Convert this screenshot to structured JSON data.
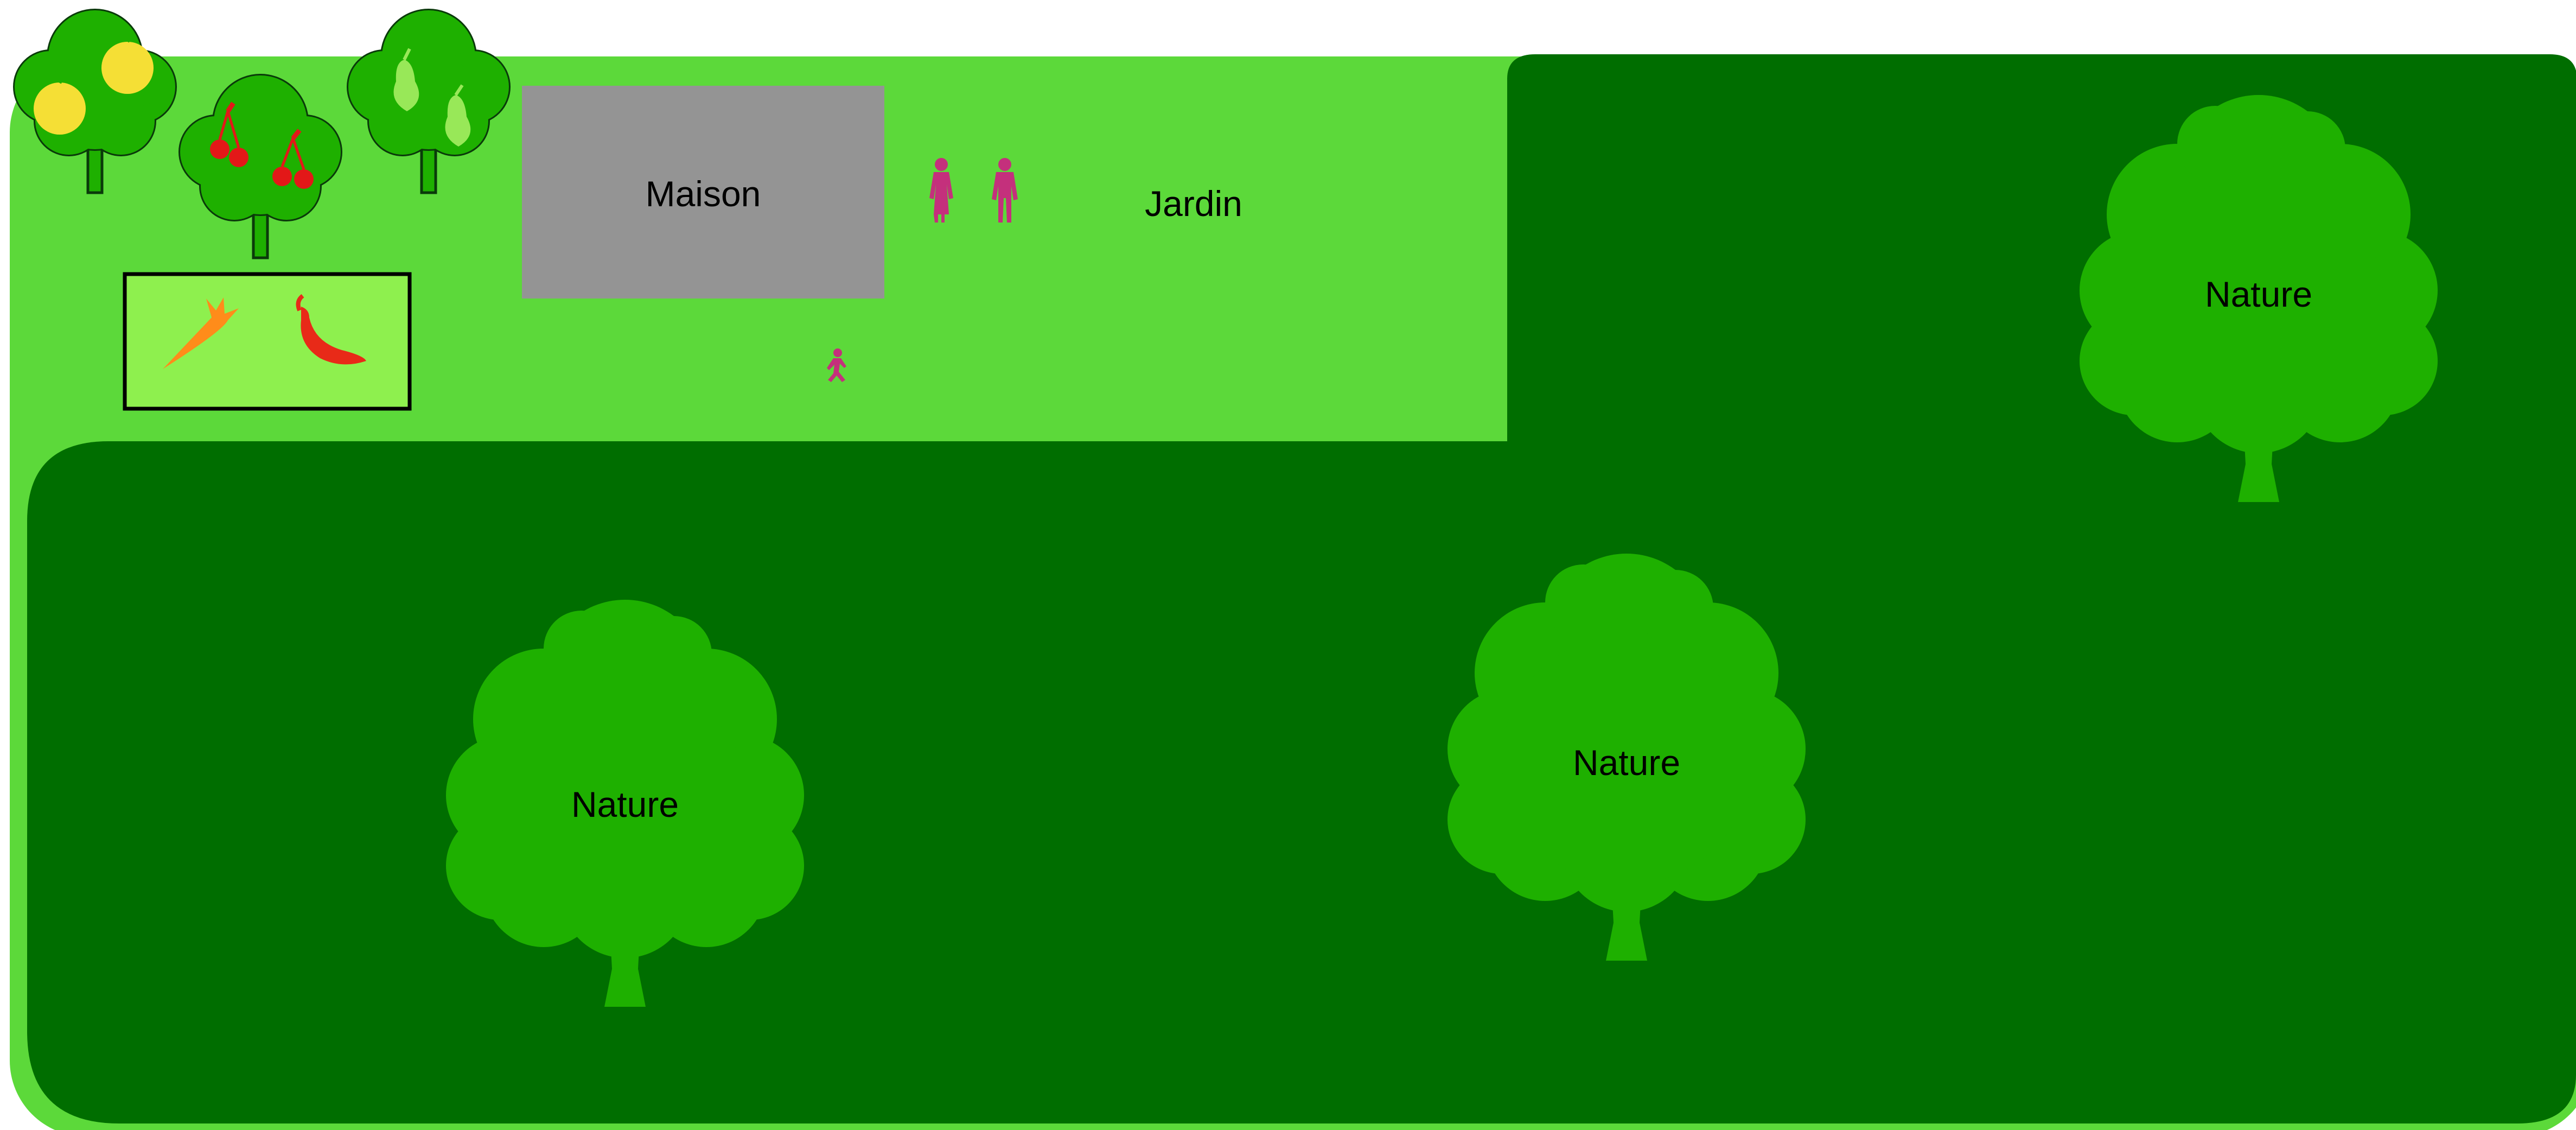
{
  "labels": {
    "house": "Maison",
    "garden": "Jardin",
    "nature": [
      "Nature",
      "Nature",
      "Nature"
    ]
  },
  "icons": {
    "fruit_trees": [
      "apple-tree-icon",
      "cherry-tree-icon",
      "pear-tree-icon"
    ],
    "vegetables": [
      "carrot-icon",
      "chili-pepper-icon"
    ],
    "people": [
      "woman-icon",
      "man-icon",
      "running-child-icon"
    ],
    "forest_trees": [
      "oak-tree-icon",
      "oak-tree-icon",
      "oak-tree-icon"
    ]
  },
  "colors": {
    "garden": "#5cd93a",
    "forest": "#006e00",
    "forest_tree": "#1eb000",
    "fruit_tree": "#1eb000",
    "fruit_tree_outline": "#0a3a0a",
    "vegetable_bed": "#8ef04e",
    "house": "#949494",
    "people": "#c4307c",
    "apple": "#f5df35",
    "cherry": "#e31818",
    "pear": "#98e858",
    "carrot": "#ff8c1a",
    "chili": "#e82a18"
  }
}
